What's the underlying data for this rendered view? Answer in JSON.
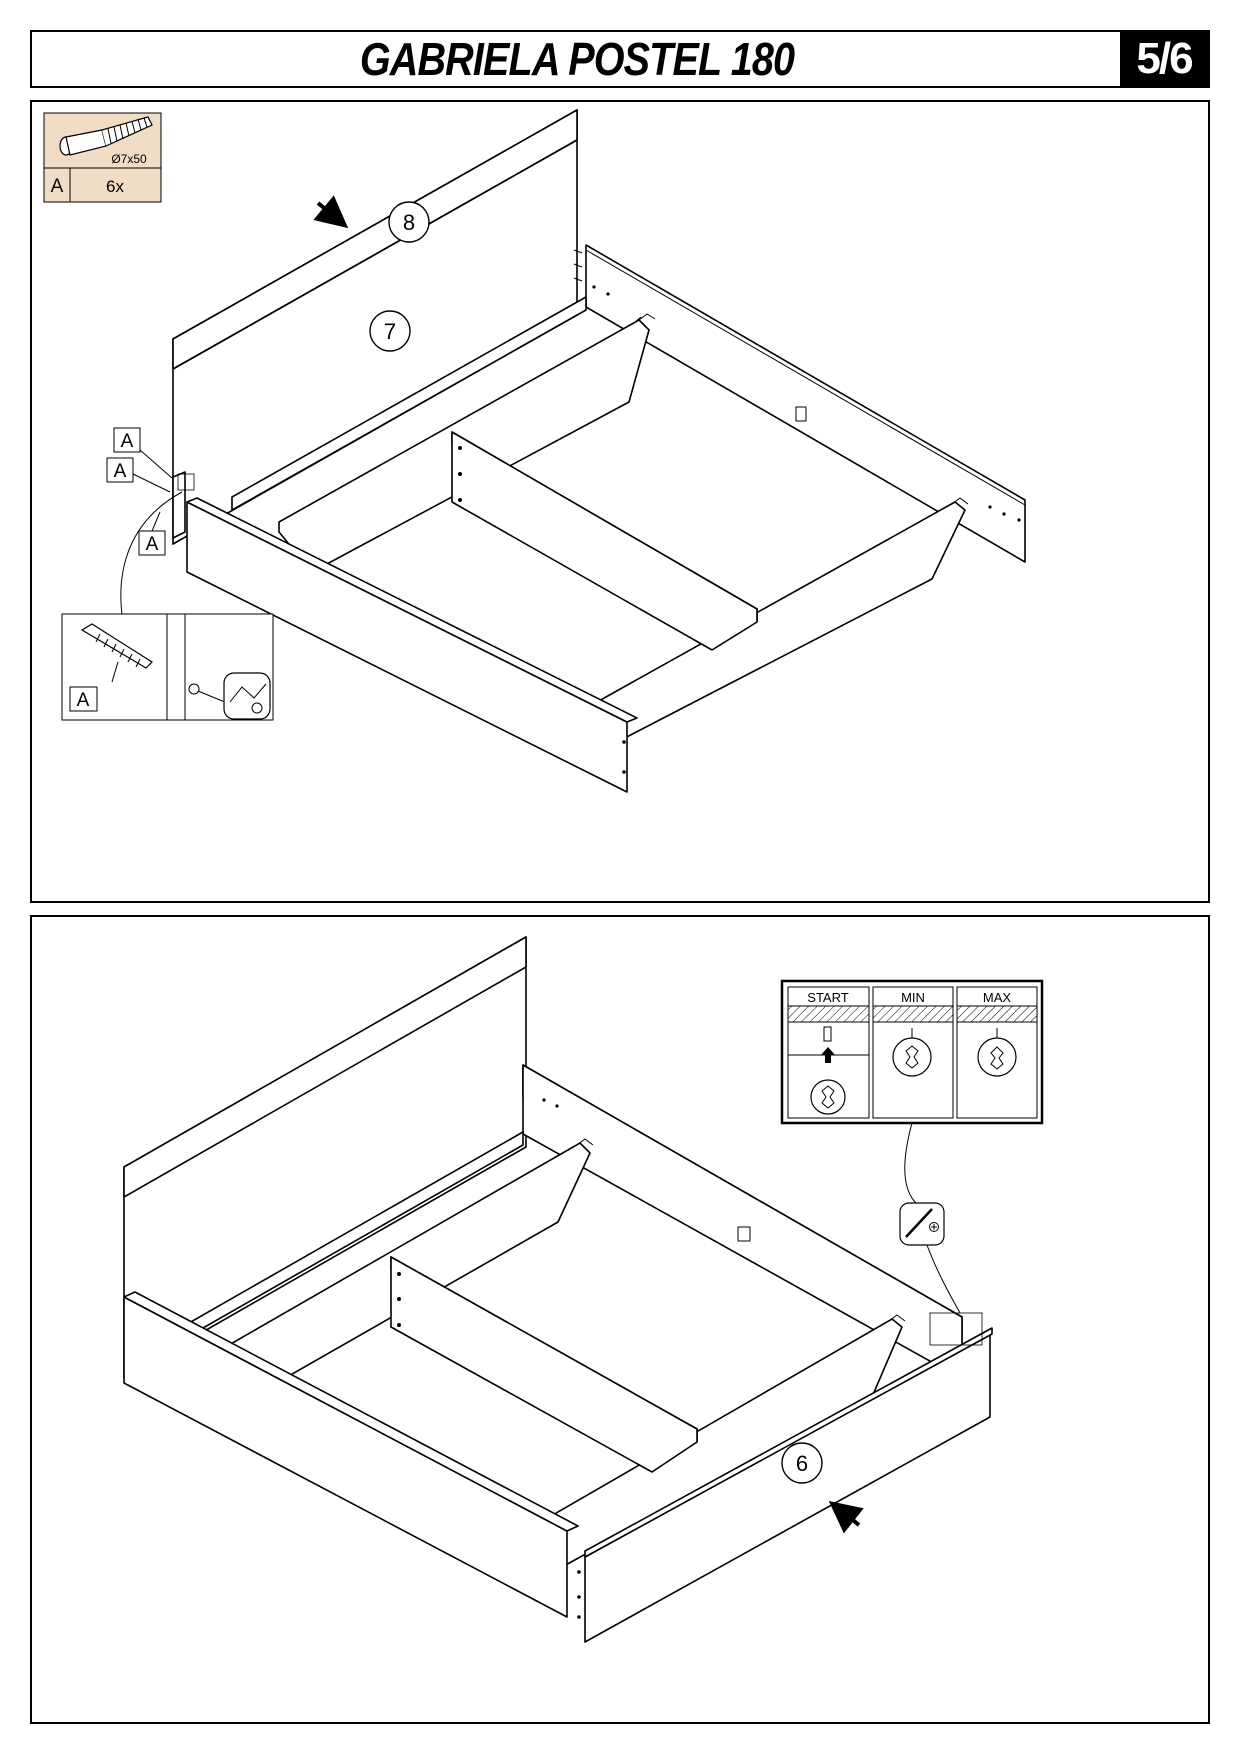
{
  "header": {
    "title": "GABRIELA POSTEL 180",
    "page": "5/6"
  },
  "hardware": {
    "size": "Ø7x50",
    "letter": "A",
    "qty": "6x"
  },
  "step1": {
    "part_headboard": "7",
    "part_top_panel": "8",
    "fastener_labels": [
      "A",
      "A",
      "A"
    ],
    "detail_letter": "A"
  },
  "step2": {
    "part_footboard": "6",
    "adjust": {
      "start": "START",
      "min": "MIN",
      "max": "MAX"
    }
  }
}
